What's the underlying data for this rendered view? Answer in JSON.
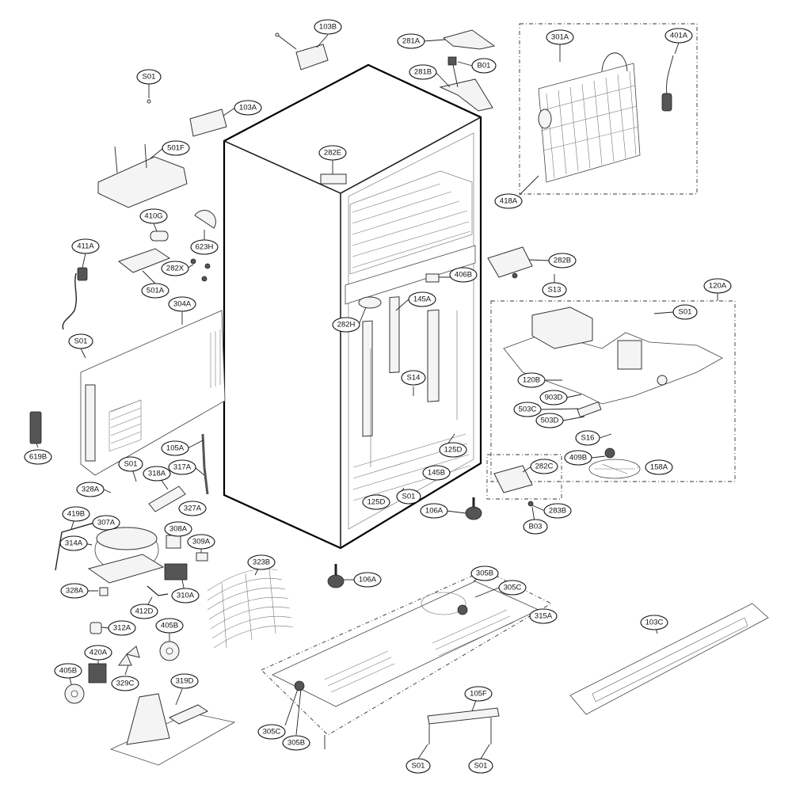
{
  "diagram": {
    "callouts": [
      {
        "id": "c-103B",
        "label": "103B"
      },
      {
        "id": "c-281A",
        "label": "281A"
      },
      {
        "id": "c-301A",
        "label": "301A"
      },
      {
        "id": "c-401A",
        "label": "401A"
      },
      {
        "id": "c-S01-a",
        "label": "S01"
      },
      {
        "id": "c-B01",
        "label": "B01"
      },
      {
        "id": "c-281B",
        "label": "281B"
      },
      {
        "id": "c-103A",
        "label": "103A"
      },
      {
        "id": "c-501F",
        "label": "501F"
      },
      {
        "id": "c-282E",
        "label": "282E"
      },
      {
        "id": "c-418A",
        "label": "418A"
      },
      {
        "id": "c-410G",
        "label": "410G"
      },
      {
        "id": "c-623H",
        "label": "623H"
      },
      {
        "id": "c-411A",
        "label": "411A"
      },
      {
        "id": "c-282X",
        "label": "282X"
      },
      {
        "id": "c-501A",
        "label": "501A"
      },
      {
        "id": "c-282B",
        "label": "282B"
      },
      {
        "id": "c-406B",
        "label": "406B"
      },
      {
        "id": "c-S13",
        "label": "S13"
      },
      {
        "id": "c-120A",
        "label": "120A"
      },
      {
        "id": "c-304A",
        "label": "304A"
      },
      {
        "id": "c-145A",
        "label": "145A"
      },
      {
        "id": "c-S01-b",
        "label": "S01"
      },
      {
        "id": "c-282H",
        "label": "282H"
      },
      {
        "id": "c-S01-c",
        "label": "S01"
      },
      {
        "id": "c-S14",
        "label": "S14"
      },
      {
        "id": "c-120B",
        "label": "120B"
      },
      {
        "id": "c-903D",
        "label": "903D"
      },
      {
        "id": "c-503C",
        "label": "503C"
      },
      {
        "id": "c-503D",
        "label": "503D"
      },
      {
        "id": "c-S16",
        "label": "S16"
      },
      {
        "id": "c-619B",
        "label": "619B"
      },
      {
        "id": "c-105A",
        "label": "105A"
      },
      {
        "id": "c-125D-a",
        "label": "125D"
      },
      {
        "id": "c-409B",
        "label": "409B"
      },
      {
        "id": "c-158A",
        "label": "158A"
      },
      {
        "id": "c-S01-d",
        "label": "S01"
      },
      {
        "id": "c-317A",
        "label": "317A"
      },
      {
        "id": "c-282C",
        "label": "282C"
      },
      {
        "id": "c-145B",
        "label": "145B"
      },
      {
        "id": "c-318A",
        "label": "318A"
      },
      {
        "id": "c-328A-a",
        "label": "328A"
      },
      {
        "id": "c-S01-e",
        "label": "S01"
      },
      {
        "id": "c-125D-b",
        "label": "125D"
      },
      {
        "id": "c-327A",
        "label": "327A"
      },
      {
        "id": "c-106A-a",
        "label": "106A"
      },
      {
        "id": "c-283B",
        "label": "283B"
      },
      {
        "id": "c-419B",
        "label": "419B"
      },
      {
        "id": "c-307A",
        "label": "307A"
      },
      {
        "id": "c-B03",
        "label": "B03"
      },
      {
        "id": "c-308A",
        "label": "308A"
      },
      {
        "id": "c-314A",
        "label": "314A"
      },
      {
        "id": "c-309A",
        "label": "309A"
      },
      {
        "id": "c-323B",
        "label": "323B"
      },
      {
        "id": "c-305B-a",
        "label": "305B"
      },
      {
        "id": "c-106A-b",
        "label": "106A"
      },
      {
        "id": "c-305C-a",
        "label": "305C"
      },
      {
        "id": "c-328A-b",
        "label": "328A"
      },
      {
        "id": "c-310A",
        "label": "310A"
      },
      {
        "id": "c-412D",
        "label": "412D"
      },
      {
        "id": "c-315A",
        "label": "315A"
      },
      {
        "id": "c-103C",
        "label": "103C"
      },
      {
        "id": "c-312A",
        "label": "312A"
      },
      {
        "id": "c-405B-a",
        "label": "405B"
      },
      {
        "id": "c-420A",
        "label": "420A"
      },
      {
        "id": "c-405B-b",
        "label": "405B"
      },
      {
        "id": "c-329C",
        "label": "329C"
      },
      {
        "id": "c-319D",
        "label": "319D"
      },
      {
        "id": "c-105F",
        "label": "105F"
      },
      {
        "id": "c-305C-b",
        "label": "305C"
      },
      {
        "id": "c-305B-b",
        "label": "305B"
      },
      {
        "id": "c-S01-f",
        "label": "S01"
      },
      {
        "id": "c-S01-g",
        "label": "S01"
      }
    ]
  }
}
